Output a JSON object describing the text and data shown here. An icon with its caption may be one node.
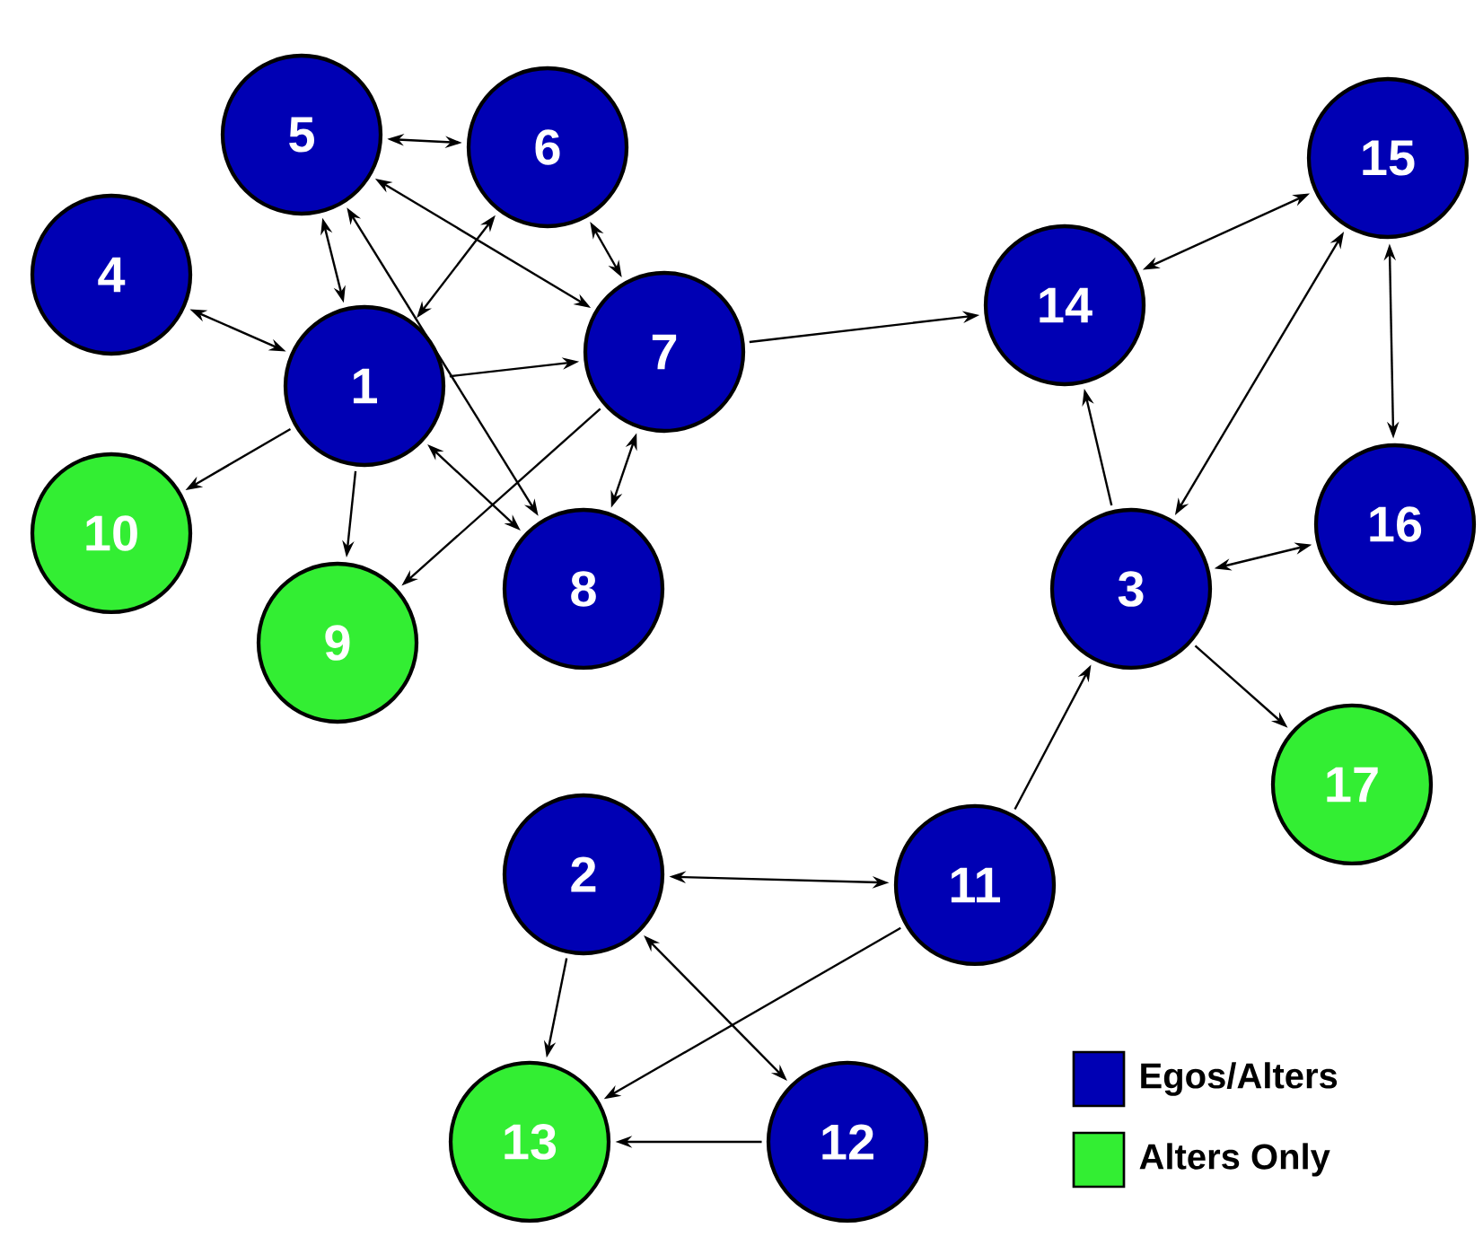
{
  "diagram": {
    "nodes": [
      {
        "text": [
          "1"
        ]
      },
      {
        "text": [
          "2"
        ]
      },
      {
        "text": [
          "3"
        ]
      },
      {
        "text": [
          "4"
        ]
      },
      {
        "text": [
          "5"
        ]
      },
      {
        "text": [
          "6"
        ]
      },
      {
        "text": [
          "7"
        ]
      },
      {
        "text": [
          "8"
        ]
      },
      {
        "text": [
          "9"
        ]
      },
      {
        "text": [
          "10"
        ]
      },
      {
        "text": [
          "11"
        ]
      },
      {
        "text": [
          "12"
        ]
      },
      {
        "text": [
          "13"
        ]
      },
      {
        "text": [
          "14"
        ]
      },
      {
        "text": [
          "15"
        ]
      },
      {
        "text": [
          "16"
        ]
      },
      {
        "text": [
          "17"
        ]
      }
    ],
    "edges": [
      {
        "from": 4,
        "to": 5,
        "arrow": "both"
      },
      {
        "from": 4,
        "to": 0,
        "arrow": "both"
      },
      {
        "from": 4,
        "to": 6,
        "arrow": "both"
      },
      {
        "from": 4,
        "to": 7,
        "arrow": "both"
      },
      {
        "from": 5,
        "to": 0,
        "arrow": "both"
      },
      {
        "from": 5,
        "to": 6,
        "arrow": "both"
      },
      {
        "from": 3,
        "to": 0,
        "arrow": "both"
      },
      {
        "from": 0,
        "to": 6,
        "arrow": "to"
      },
      {
        "from": 0,
        "to": 9,
        "arrow": "to"
      },
      {
        "from": 0,
        "to": 8,
        "arrow": "to"
      },
      {
        "from": 0,
        "to": 7,
        "arrow": "both"
      },
      {
        "from": 6,
        "to": 8,
        "arrow": "to"
      },
      {
        "from": 6,
        "to": 7,
        "arrow": "both"
      },
      {
        "from": 6,
        "to": 13,
        "arrow": "to"
      },
      {
        "from": 13,
        "to": 14,
        "arrow": "both"
      },
      {
        "from": 2,
        "to": 13,
        "arrow": "to"
      },
      {
        "from": 2,
        "to": 14,
        "arrow": "both"
      },
      {
        "from": 14,
        "to": 15,
        "arrow": "both"
      },
      {
        "from": 2,
        "to": 15,
        "arrow": "both"
      },
      {
        "from": 2,
        "to": 16,
        "arrow": "to"
      },
      {
        "from": 10,
        "to": 2,
        "arrow": "to"
      },
      {
        "from": 1,
        "to": 10,
        "arrow": "both"
      },
      {
        "from": 1,
        "to": 12,
        "arrow": "to"
      },
      {
        "from": 10,
        "to": 12,
        "arrow": "to"
      },
      {
        "from": 1,
        "to": 11,
        "arrow": "both"
      },
      {
        "from": 11,
        "to": 12,
        "arrow": "to"
      }
    ],
    "legend": [
      {
        "text": "Egos/Alters",
        "color": "#0000b4"
      },
      {
        "text": "Alters Only",
        "color": "#33ee33"
      }
    ]
  }
}
